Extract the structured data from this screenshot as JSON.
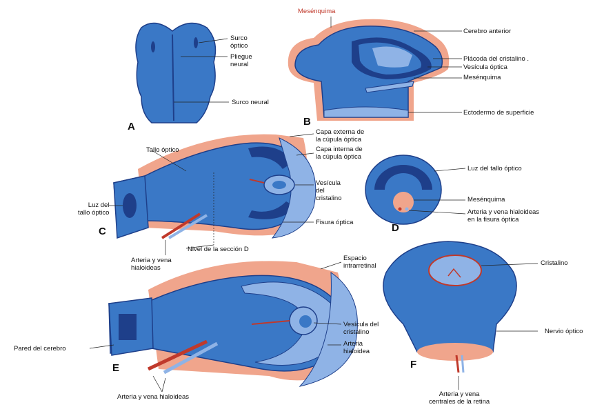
{
  "colors": {
    "blue": "#3a78c6",
    "blue_dark": "#1e3f8a",
    "blue_light": "#8fb3e6",
    "mesenchyme": "#f0a58c",
    "red": "#c0392b"
  },
  "panels": {
    "A": {
      "letter": "A",
      "surco_optico": "Surco\nóptico",
      "pliegue_neural": "Pliegue\nneural",
      "surco_neural": "Surco neural"
    },
    "B": {
      "letter": "B",
      "mesenquima_top": "Mesénquima",
      "cerebro_anterior": "Cerebro anterior",
      "placoda": "Plácoda del cristalino .",
      "vesicula_optica": "Vesícula óptica",
      "mesenquima": "Mesénquima",
      "ectodermo": "Ectodermo de superficie"
    },
    "C": {
      "letter": "C",
      "capa_externa": "Capa externa de\nla cúpula óptica",
      "capa_interna": "Capa interna de\nla cúpula óptica",
      "tallo_optico": "Tallo óptico",
      "vesicula_cristalino": "Vesícula\ndel\ncristalino",
      "luz_tallo": "Luz del\ntallo óptico",
      "fisura_optica": "Fisura óptica",
      "nivel_seccion": "Nivel de la sección D",
      "arteria_vena": "Arteria y vena\nhialoideas"
    },
    "D": {
      "letter": "D",
      "luz_tallo": "Luz del tallo óptico",
      "mesenquima": "Mesénquima",
      "arteria_vena": "Arteria y vena hialoideas\nen la fisura óptica"
    },
    "E": {
      "letter": "E",
      "espacio": "Espacio\nintrarretinal",
      "vesicula_cristalino": "Vesícula del\ncristalino",
      "arteria_hialoidea": "Arteria\nhialoidea",
      "pared_cerebro": "Pared del cerebro",
      "arteria_vena": "Arteria y vena hialoideas"
    },
    "F": {
      "letter": "F",
      "cristalino": "Cristalino",
      "nervio_optico": "Nervio óptico",
      "arteria_vena": "Arteria y vena\ncentrales de la retina"
    }
  }
}
